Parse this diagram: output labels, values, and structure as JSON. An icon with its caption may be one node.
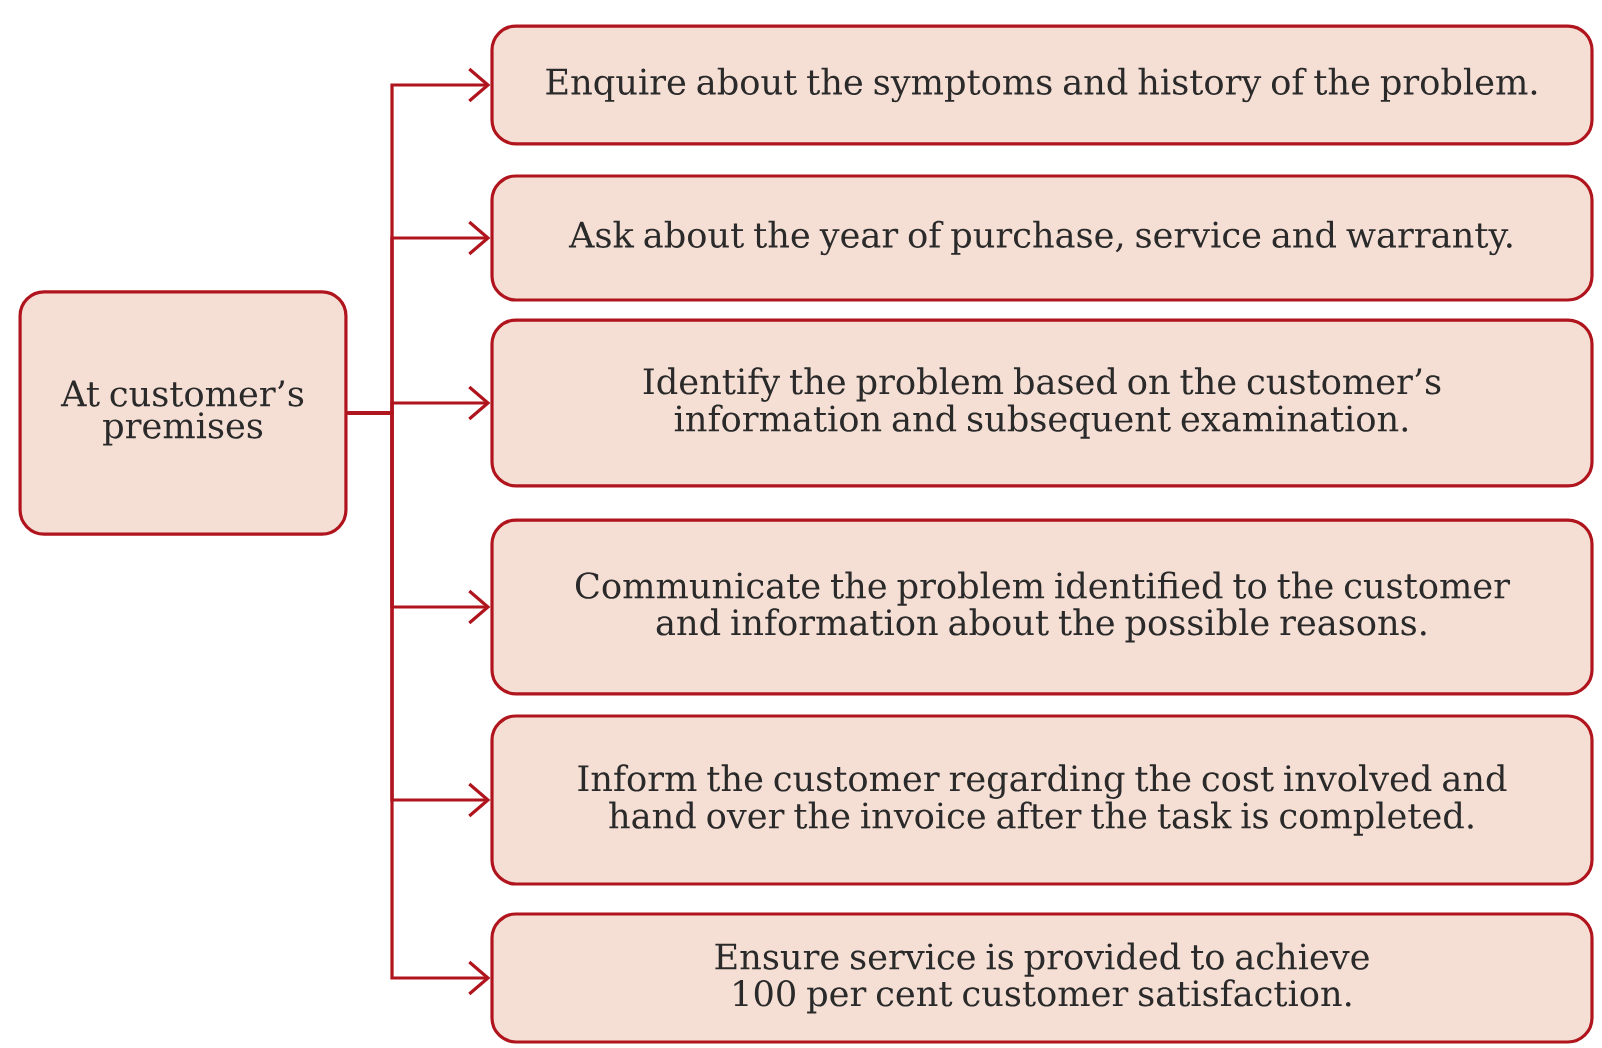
{
  "diagram": {
    "nodes": [
      {
        "text": [
          "At customer’s premises"
        ]
      },
      {
        "text": [
          "Enquire about the symptoms and history of the problem."
        ]
      },
      {
        "text": [
          "Ask about the year of purchase, service and warranty."
        ]
      },
      {
        "text": [
          "Identify the problem based on the customer’s information and subsequent examination."
        ]
      },
      {
        "text": [
          "Communicate the problem identified to the customer and information about the possible reasons."
        ]
      },
      {
        "text": [
          "Inform the customer regarding the cost involved and hand over the invoice after the task is completed."
        ]
      },
      {
        "text": [
          "Ensure service is provided to achieve 100 per cent customer satisfaction."
        ]
      }
    ],
    "edges": [
      {
        "from": 0,
        "to": 1,
        "arrow": "to"
      },
      {
        "from": 0,
        "to": 2,
        "arrow": "to"
      },
      {
        "from": 0,
        "to": 3,
        "arrow": "to"
      },
      {
        "from": 0,
        "to": 4,
        "arrow": "to"
      },
      {
        "from": 0,
        "to": 5,
        "arrow": "to"
      },
      {
        "from": 0,
        "to": 6,
        "arrow": "to"
      }
    ]
  }
}
